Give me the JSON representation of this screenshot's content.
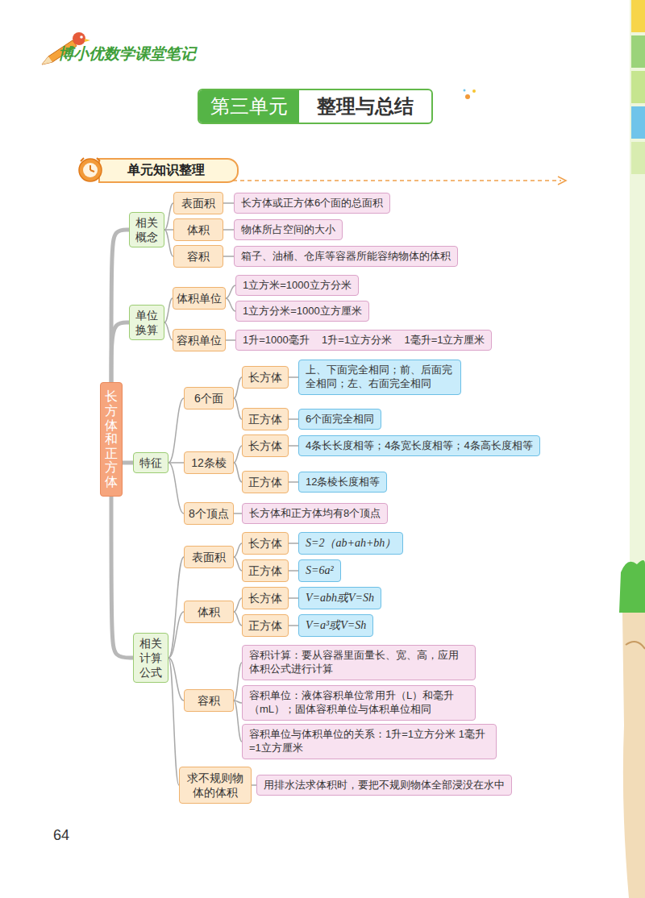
{
  "diagram": {
    "nodes": [
      {
        "text": [
          "第三单元",
          "整理与总结"
        ]
      },
      {
        "text": [
          "单元知识整理"
        ]
      },
      {
        "text": [
          "长方体和正方体"
        ]
      },
      {
        "text": [
          "相关概念"
        ]
      },
      {
        "text": [
          "表面积"
        ]
      },
      {
        "text": [
          "长方体或正方体6个面的总面积"
        ]
      },
      {
        "text": [
          "体积"
        ]
      },
      {
        "text": [
          "物体所占空间的大小"
        ]
      },
      {
        "text": [
          "容积"
        ]
      },
      {
        "text": [
          "箱子、油桶、仓库等容器所能容纳物体的体积"
        ]
      },
      {
        "text": [
          "单位换算"
        ]
      },
      {
        "text": [
          "体积单位"
        ]
      },
      {
        "text": [
          "1立方米=1000立方分米"
        ]
      },
      {
        "text": [
          "1立方分米=1000立方厘米"
        ]
      },
      {
        "text": [
          "容积单位"
        ]
      },
      {
        "text": [
          "1升=1000毫升 1升=1立方分米 1毫升=1立方厘米"
        ]
      },
      {
        "text": [
          "特征"
        ]
      },
      {
        "text": [
          "6个面"
        ]
      },
      {
        "text": [
          "长方体"
        ]
      },
      {
        "text": [
          "上、下面完全相同；前、后面完全相同；左、右面完全相同"
        ]
      },
      {
        "text": [
          "正方体"
        ]
      },
      {
        "text": [
          "6个面完全相同"
        ]
      },
      {
        "text": [
          "12条棱"
        ]
      },
      {
        "text": [
          "长方体"
        ]
      },
      {
        "text": [
          "4条长长度相等；4条宽长度相等；4条高长度相等"
        ]
      },
      {
        "text": [
          "正方体"
        ]
      },
      {
        "text": [
          "12条棱长度相等"
        ]
      },
      {
        "text": [
          "8个顶点"
        ]
      },
      {
        "text": [
          "长方体和正方体均有8个顶点"
        ]
      },
      {
        "text": [
          "相关计算公式"
        ]
      },
      {
        "text": [
          "表面积"
        ]
      },
      {
        "text": [
          "长方体"
        ]
      },
      {
        "text": [
          "S=2（ab+ah+bh）"
        ]
      },
      {
        "text": [
          "正方体"
        ]
      },
      {
        "text": [
          "S=6a²"
        ]
      },
      {
        "text": [
          "体积"
        ]
      },
      {
        "text": [
          "长方体"
        ]
      },
      {
        "text": [
          "V=abh或V=Sh"
        ]
      },
      {
        "text": [
          "正方体"
        ]
      },
      {
        "text": [
          "V=a³或V=Sh"
        ]
      },
      {
        "text": [
          "容积"
        ]
      },
      {
        "text": [
          "容积计算：要从容器里面量长、宽、高，应用体积公式进行计算"
        ]
      },
      {
        "text": [
          "容积单位：液体容积单位常用升（L）和毫升（mL）；固体容积单位与体积单位相同"
        ]
      },
      {
        "text": [
          "容积单位与体积单位的关系：1升=1立方分米 1毫升=1立方厘米"
        ]
      },
      {
        "text": [
          "求不规则物体的体积"
        ]
      },
      {
        "text": [
          "用排水法求体积时，要把不规则物体全部浸没在水中"
        ]
      }
    ],
    "edges": [
      {
        "from": 2,
        "to": 3,
        "arrow": "none"
      },
      {
        "from": 2,
        "to": 10,
        "arrow": "none"
      },
      {
        "from": 2,
        "to": 16,
        "arrow": "none"
      },
      {
        "from": 2,
        "to": 29,
        "arrow": "none"
      },
      {
        "from": 3,
        "to": 4,
        "arrow": "none"
      },
      {
        "from": 4,
        "to": 5,
        "arrow": "none"
      },
      {
        "from": 3,
        "to": 6,
        "arrow": "none"
      },
      {
        "from": 6,
        "to": 7,
        "arrow": "none"
      },
      {
        "from": 3,
        "to": 8,
        "arrow": "none"
      },
      {
        "from": 8,
        "to": 9,
        "arrow": "none"
      },
      {
        "from": 10,
        "to": 11,
        "arrow": "none"
      },
      {
        "from": 11,
        "to": 12,
        "arrow": "none"
      },
      {
        "from": 11,
        "to": 13,
        "arrow": "none"
      },
      {
        "from": 10,
        "to": 14,
        "arrow": "none"
      },
      {
        "from": 14,
        "to": 15,
        "arrow": "none"
      },
      {
        "from": 16,
        "to": 17,
        "arrow": "none"
      },
      {
        "from": 17,
        "to": 18,
        "arrow": "none"
      },
      {
        "from": 18,
        "to": 19,
        "arrow": "none"
      },
      {
        "from": 17,
        "to": 20,
        "arrow": "none"
      },
      {
        "from": 20,
        "to": 21,
        "arrow": "none"
      },
      {
        "from": 16,
        "to": 22,
        "arrow": "none"
      },
      {
        "from": 22,
        "to": 23,
        "arrow": "none"
      },
      {
        "from": 23,
        "to": 24,
        "arrow": "none"
      },
      {
        "from": 22,
        "to": 25,
        "arrow": "none"
      },
      {
        "from": 25,
        "to": 26,
        "arrow": "none"
      },
      {
        "from": 16,
        "to": 27,
        "arrow": "none"
      },
      {
        "from": 27,
        "to": 28,
        "arrow": "none"
      },
      {
        "from": 29,
        "to": 30,
        "arrow": "none"
      },
      {
        "from": 30,
        "to": 31,
        "arrow": "none"
      },
      {
        "from": 31,
        "to": 32,
        "arrow": "none"
      },
      {
        "from": 30,
        "to": 33,
        "arrow": "none"
      },
      {
        "from": 33,
        "to": 34,
        "arrow": "none"
      },
      {
        "from": 29,
        "to": 35,
        "arrow": "none"
      },
      {
        "from": 35,
        "to": 36,
        "arrow": "none"
      },
      {
        "from": 36,
        "to": 37,
        "arrow": "none"
      },
      {
        "from": 35,
        "to": 38,
        "arrow": "none"
      },
      {
        "from": 38,
        "to": 39,
        "arrow": "none"
      },
      {
        "from": 29,
        "to": 40,
        "arrow": "none"
      },
      {
        "from": 40,
        "to": 41,
        "arrow": "none"
      },
      {
        "from": 40,
        "to": 42,
        "arrow": "none"
      },
      {
        "from": 40,
        "to": 43,
        "arrow": "none"
      },
      {
        "from": 29,
        "to": 44,
        "arrow": "none"
      },
      {
        "from": 44,
        "to": 45,
        "arrow": "none"
      }
    ],
    "labels": [
      "博小优数学课堂笔记",
      "64"
    ]
  }
}
